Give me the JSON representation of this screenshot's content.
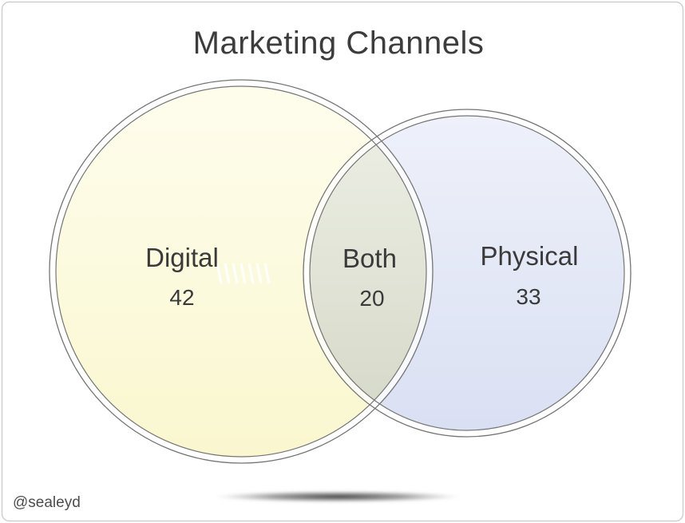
{
  "slide": {
    "title": "Marketing Channels",
    "watermark": "@sealeyd"
  },
  "chart_data": {
    "type": "venn",
    "title": "Marketing Channels",
    "sets": [
      {
        "label": "Digital",
        "value": 42
      },
      {
        "label": "Physical",
        "value": 33
      }
    ],
    "intersection": {
      "label": "Both",
      "value": 20
    },
    "layout": {
      "left_circle": "Digital (larger, pale yellow)",
      "right_circle": "Physical (smaller, pale blue)",
      "overlap": "Both (gray-green tint)",
      "legend": "none",
      "background": "white slide with light gray rounded frame"
    },
    "colors": {
      "digital_fill_top": "#FEFDED",
      "digital_fill_bottom": "#FAF7CF",
      "physical_fill_top": "#EEF1FA",
      "physical_fill_bottom": "#DAE0F3",
      "overlap_tint": "#E4E9DF",
      "ring_stroke": "#757575",
      "text": "#3C3C3C",
      "frame": "#CFCFCF",
      "background": "#FFFFFF"
    }
  }
}
